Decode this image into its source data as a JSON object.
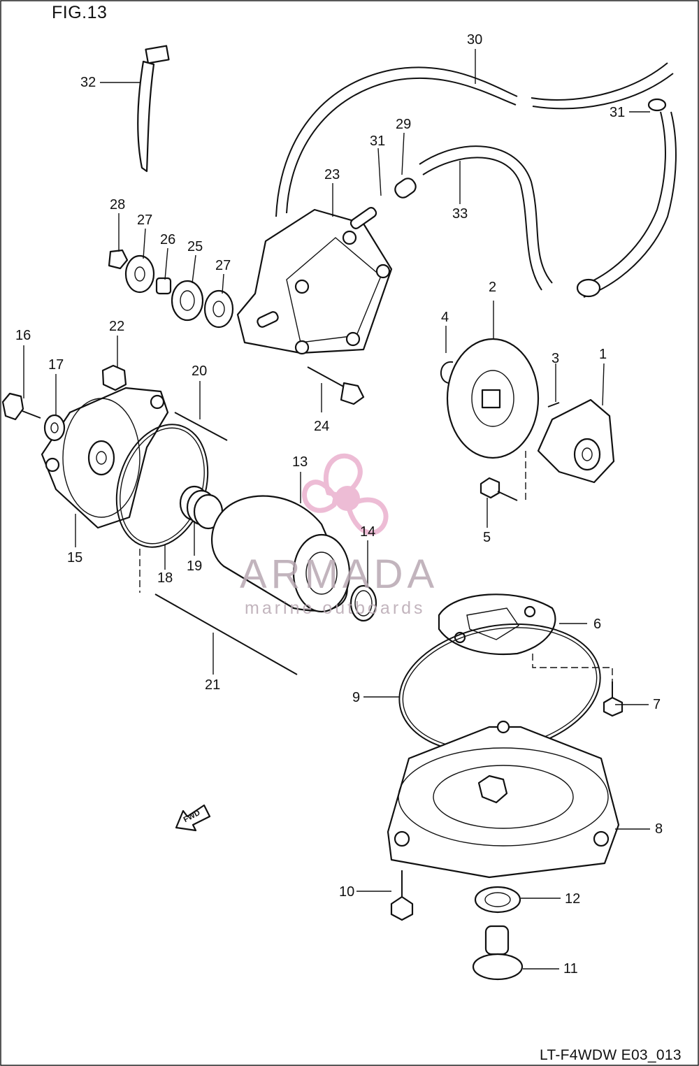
{
  "figure_title": "FIG.13",
  "footer_code": "LT-F4WDW E03_013",
  "fwd_arrow_label": "FWD",
  "watermark": {
    "brand": "ARMADA",
    "tagline": "marine outboards",
    "logo_color": "#e8a6c8"
  },
  "callouts": {
    "c1": "1",
    "c2": "2",
    "c3": "3",
    "c4": "4",
    "c5": "5",
    "c6": "6",
    "c7": "7",
    "c8": "8",
    "c9": "9",
    "c10": "10",
    "c11": "11",
    "c12": "12",
    "c13": "13",
    "c14": "14",
    "c15": "15",
    "c16": "16",
    "c17": "17",
    "c18": "18",
    "c19": "19",
    "c20": "20",
    "c21": "21",
    "c22": "22",
    "c23": "23",
    "c24": "24",
    "c25": "25",
    "c26": "26",
    "c27a": "27",
    "c27b": "27",
    "c28": "28",
    "c29": "29",
    "c30": "30",
    "c31a": "31",
    "c31b": "31",
    "c32": "32",
    "c33": "33"
  }
}
